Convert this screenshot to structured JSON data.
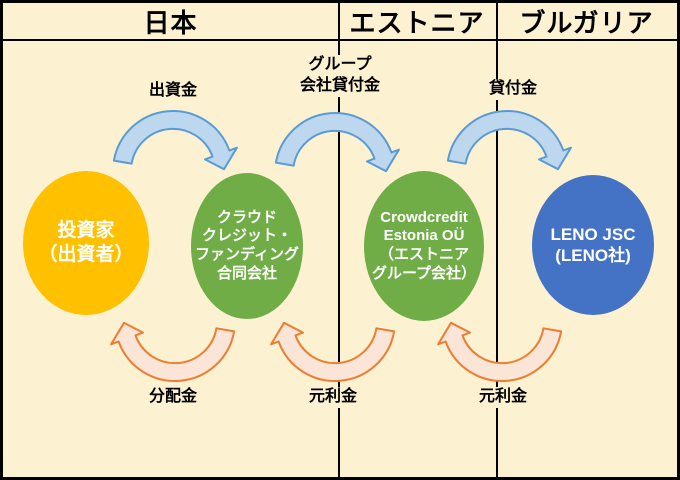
{
  "regions": [
    {
      "label": "日本"
    },
    {
      "label": "エストニア"
    },
    {
      "label": "ブルガリア"
    }
  ],
  "entities": [
    {
      "id": "investor",
      "label_lines": [
        "投資家",
        "（出資者）"
      ],
      "color": "#FFC000",
      "region": "日本"
    },
    {
      "id": "crowdcredit-funding-godo",
      "label_lines": [
        "クラウド",
        "クレジット・",
        "ファンディング",
        "合同会社"
      ],
      "color": "#70AD47",
      "region": "日本"
    },
    {
      "id": "crowdcredit-estonia",
      "label_lines": [
        "Crowdcredit",
        "Estonia OÜ",
        "（エストニア",
        "グループ会社）"
      ],
      "color": "#70AD47",
      "region": "エストニア"
    },
    {
      "id": "leno-jsc",
      "label_lines": [
        "LENO JSC",
        "(LENO社)"
      ],
      "color": "#4472C4",
      "region": "ブルガリア"
    }
  ],
  "flows": {
    "top": [
      {
        "from": "investor",
        "to": "crowdcredit-funding-godo",
        "label_lines": [
          "出資金"
        ]
      },
      {
        "from": "crowdcredit-funding-godo",
        "to": "crowdcredit-estonia",
        "label_lines": [
          "グループ",
          "会社貸付金"
        ]
      },
      {
        "from": "crowdcredit-estonia",
        "to": "leno-jsc",
        "label_lines": [
          "貸付金"
        ]
      }
    ],
    "bottom": [
      {
        "from": "crowdcredit-funding-godo",
        "to": "investor",
        "label_lines": [
          "分配金"
        ]
      },
      {
        "from": "crowdcredit-estonia",
        "to": "crowdcredit-funding-godo",
        "label_lines": [
          "元利金"
        ]
      },
      {
        "from": "leno-jsc",
        "to": "crowdcredit-estonia",
        "label_lines": [
          "元利金"
        ]
      }
    ]
  },
  "colors": {
    "background": "#FCF2D1",
    "top_arrow_fill": "#BDD7EE",
    "top_arrow_stroke": "#5B9BD5",
    "bottom_arrow_fill": "#FBE5D6",
    "bottom_arrow_stroke": "#ED7D31",
    "divider": "#000000",
    "entity_text": "#FFFFFF"
  }
}
